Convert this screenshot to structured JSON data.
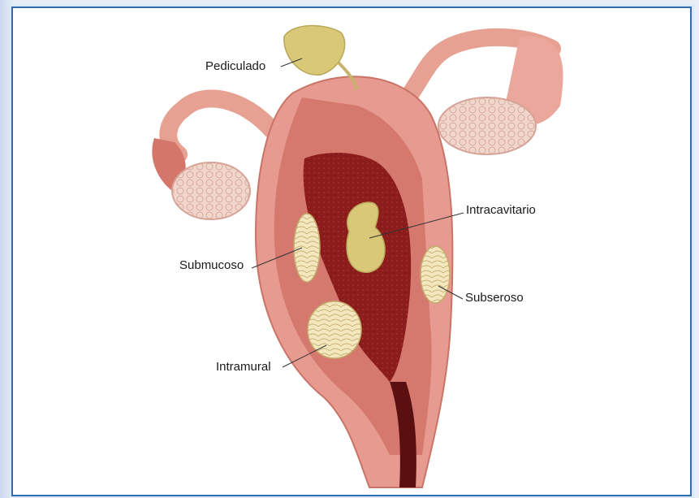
{
  "labels": {
    "pediculado": "Pediculado",
    "intracavitario": "Intracavitario",
    "submucoso": "Submucoso",
    "subseroso": "Subseroso",
    "intramural": "Intramural"
  },
  "colors": {
    "frame_border": "#2f6db3",
    "uterus_outer": "#e79a8f",
    "myometrium": "#d5796f",
    "cavity": "#8f1f1f",
    "fibroid": "#f2e6b8",
    "polyp": "#d9c877",
    "tube": "#e8a89c"
  }
}
